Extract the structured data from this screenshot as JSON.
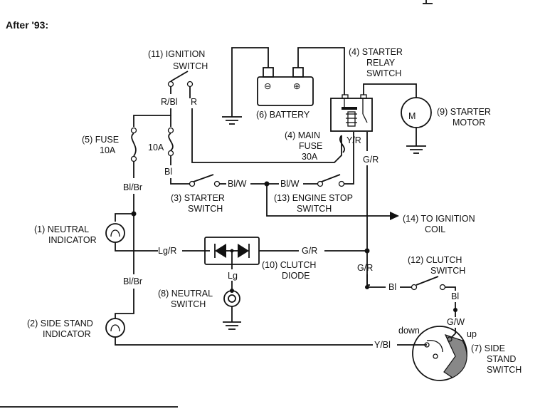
{
  "title": "After '93:",
  "components": {
    "ignition_switch": [
      "(11) IGNITION",
      "SWITCH"
    ],
    "battery": "(6) BATTERY",
    "starter_relay": [
      "(4) STARTER",
      "RELAY",
      "SWITCH"
    ],
    "starter_motor": [
      "(9) STARTER",
      "MOTOR"
    ],
    "main_fuse": [
      "(4) MAIN",
      "FUSE",
      "30A"
    ],
    "fuse": [
      "(5) FUSE",
      "10A"
    ],
    "fuse_10a": "10A",
    "starter_switch": [
      "(3) STARTER",
      "SWITCH"
    ],
    "engine_stop_switch": [
      "(13) ENGINE STOP",
      "SWITCH"
    ],
    "to_ignition_coil": [
      "(14) TO IGNITION",
      "COIL"
    ],
    "neutral_indicator": [
      "(1) NEUTRAL",
      "INDICATOR"
    ],
    "clutch_diode": [
      "(10) CLUTCH",
      "DIODE"
    ],
    "neutral_switch": [
      "(8) NEUTRAL",
      "SWITCH"
    ],
    "clutch_switch": [
      "(12) CLUTCH",
      "SWITCH"
    ],
    "side_stand_indicator": [
      "(2) SIDE STAND",
      "INDICATOR"
    ],
    "side_stand_switch": [
      "(7) SIDE",
      "STAND",
      "SWITCH"
    ]
  },
  "wire_labels": {
    "r_bl": "R/Bl",
    "r": "R",
    "y_r": "Y/R",
    "g_r_top": "G/R",
    "bl_fuse": "Bl",
    "bl_br_top": "Bl/Br",
    "bl_w_left": "Bl/W",
    "bl_w_right": "Bl/W",
    "lg_r": "Lg/R",
    "g_r_diode": "G/R",
    "lg": "Lg",
    "g_r_right": "G/R",
    "bl_clutch_left": "Bl",
    "bl_clutch_right": "Bl",
    "g_w": "G/W",
    "bl_br_bottom": "Bl/Br",
    "y_bl": "Y/Bl",
    "down": "down",
    "up": "up"
  },
  "symbols": {
    "battery_minus": "⊖",
    "battery_plus": "⊕",
    "motor": "M"
  }
}
